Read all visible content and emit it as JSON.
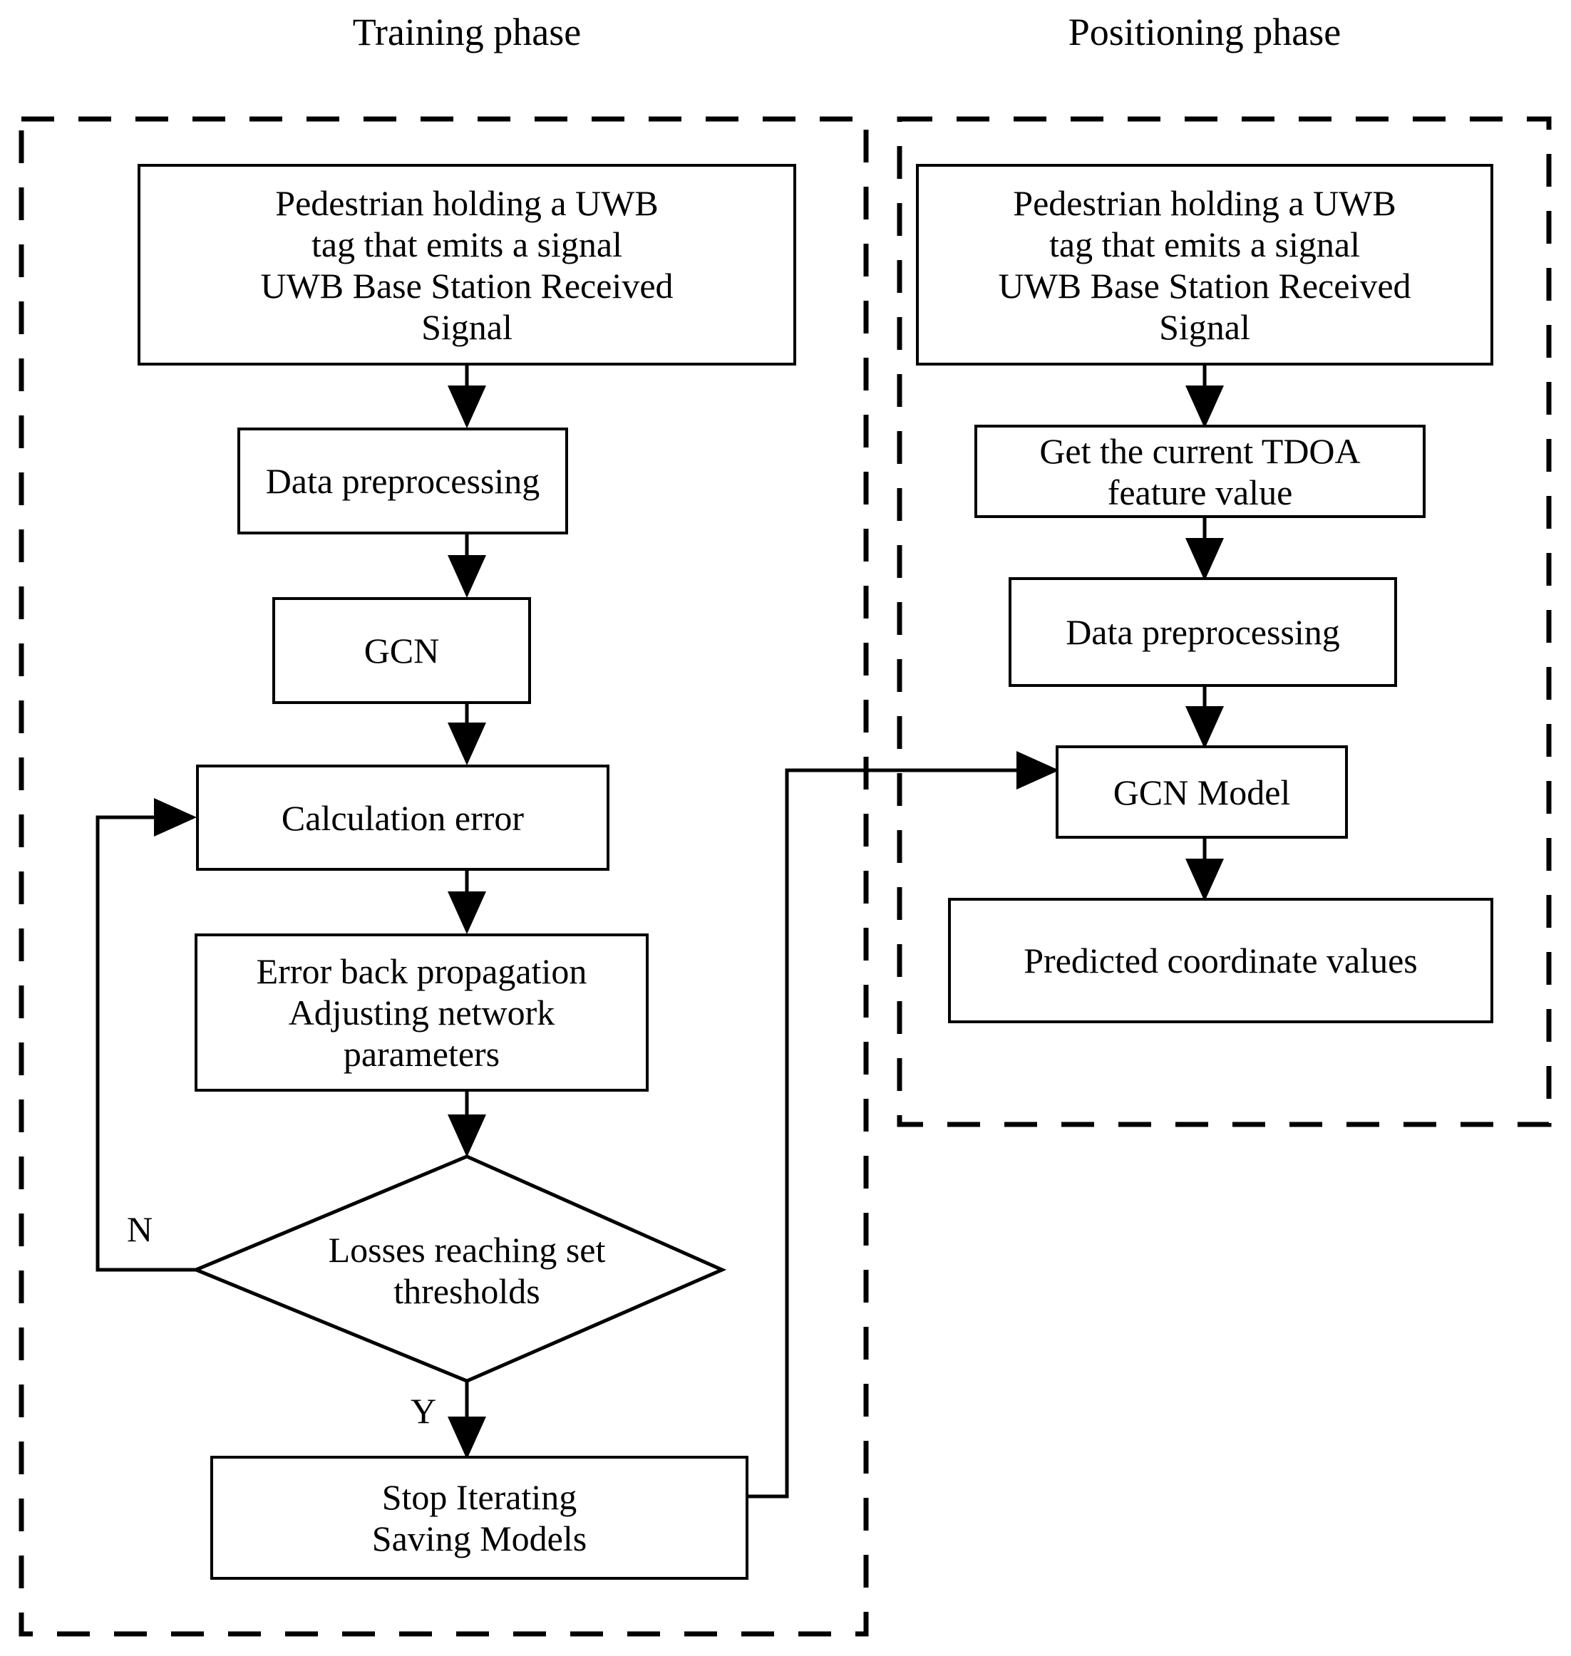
{
  "diagram": {
    "title_left": "Training phase",
    "title_right": "Positioning phase",
    "phases": [
      {
        "id": "training",
        "label": "Training phase",
        "nodes": [
          {
            "id": "t1",
            "shape": "rect",
            "text": "Pedestrian holding a UWB\ntag that emits a signal\nUWB Base Station Received\nSignal"
          },
          {
            "id": "t2",
            "shape": "rect",
            "text": "Data preprocessing"
          },
          {
            "id": "t3",
            "shape": "rect",
            "text": "GCN"
          },
          {
            "id": "t4",
            "shape": "rect",
            "text": "Calculation error"
          },
          {
            "id": "t5",
            "shape": "rect",
            "text": "Error back propagation\nAdjusting network\nparameters"
          },
          {
            "id": "t6",
            "shape": "diamond",
            "text": "Losses reaching\nset thresholds"
          },
          {
            "id": "t7",
            "shape": "rect",
            "text": "Stop Iterating\nSaving Models"
          }
        ],
        "edge_labels": [
          {
            "id": "no-branch",
            "text": "N"
          },
          {
            "id": "yes-branch",
            "text": "Y"
          }
        ]
      },
      {
        "id": "positioning",
        "label": "Positioning phase",
        "nodes": [
          {
            "id": "p1",
            "shape": "rect",
            "text": "Pedestrian holding a UWB\ntag that emits a signal\nUWB Base Station Received\nSignal"
          },
          {
            "id": "p2",
            "shape": "rect",
            "text": "Get the current TDOA\nfeature value"
          },
          {
            "id": "p3",
            "shape": "rect",
            "text": "Data preprocessing"
          },
          {
            "id": "p4",
            "shape": "rect",
            "text": "GCN Model"
          },
          {
            "id": "p5",
            "shape": "rect",
            "text": "Predicted coordinate values"
          }
        ]
      }
    ],
    "node_text": {
      "t1_l1": "Pedestrian holding a UWB",
      "t1_l2": "tag that emits a signal",
      "t1_l3": "UWB Base Station Received",
      "t1_l4": "Signal",
      "t2": "Data preprocessing",
      "t3": "GCN",
      "t4": "Calculation error",
      "t5_l1": "Error back propagation",
      "t5_l2": "Adjusting network",
      "t5_l3": "parameters",
      "t6_l1": "Losses reaching",
      "t6_l2": "set thresholds",
      "t7_l1": "Stop Iterating",
      "t7_l2": "Saving Models",
      "p1_l1": "Pedestrian holding a UWB",
      "p1_l2": "tag that emits a signal",
      "p1_l3": "UWB Base Station Received",
      "p1_l4": "Signal",
      "p2_l1": "Get the current TDOA",
      "p2_l2": "feature value",
      "p3": "Data preprocessing",
      "p4": "GCN Model",
      "p5": "Predicted coordinate values",
      "label_n": "N",
      "label_y": "Y"
    },
    "colors": {
      "stroke": "#000000",
      "fill": "#ffffff",
      "background": "#ffffff"
    }
  }
}
